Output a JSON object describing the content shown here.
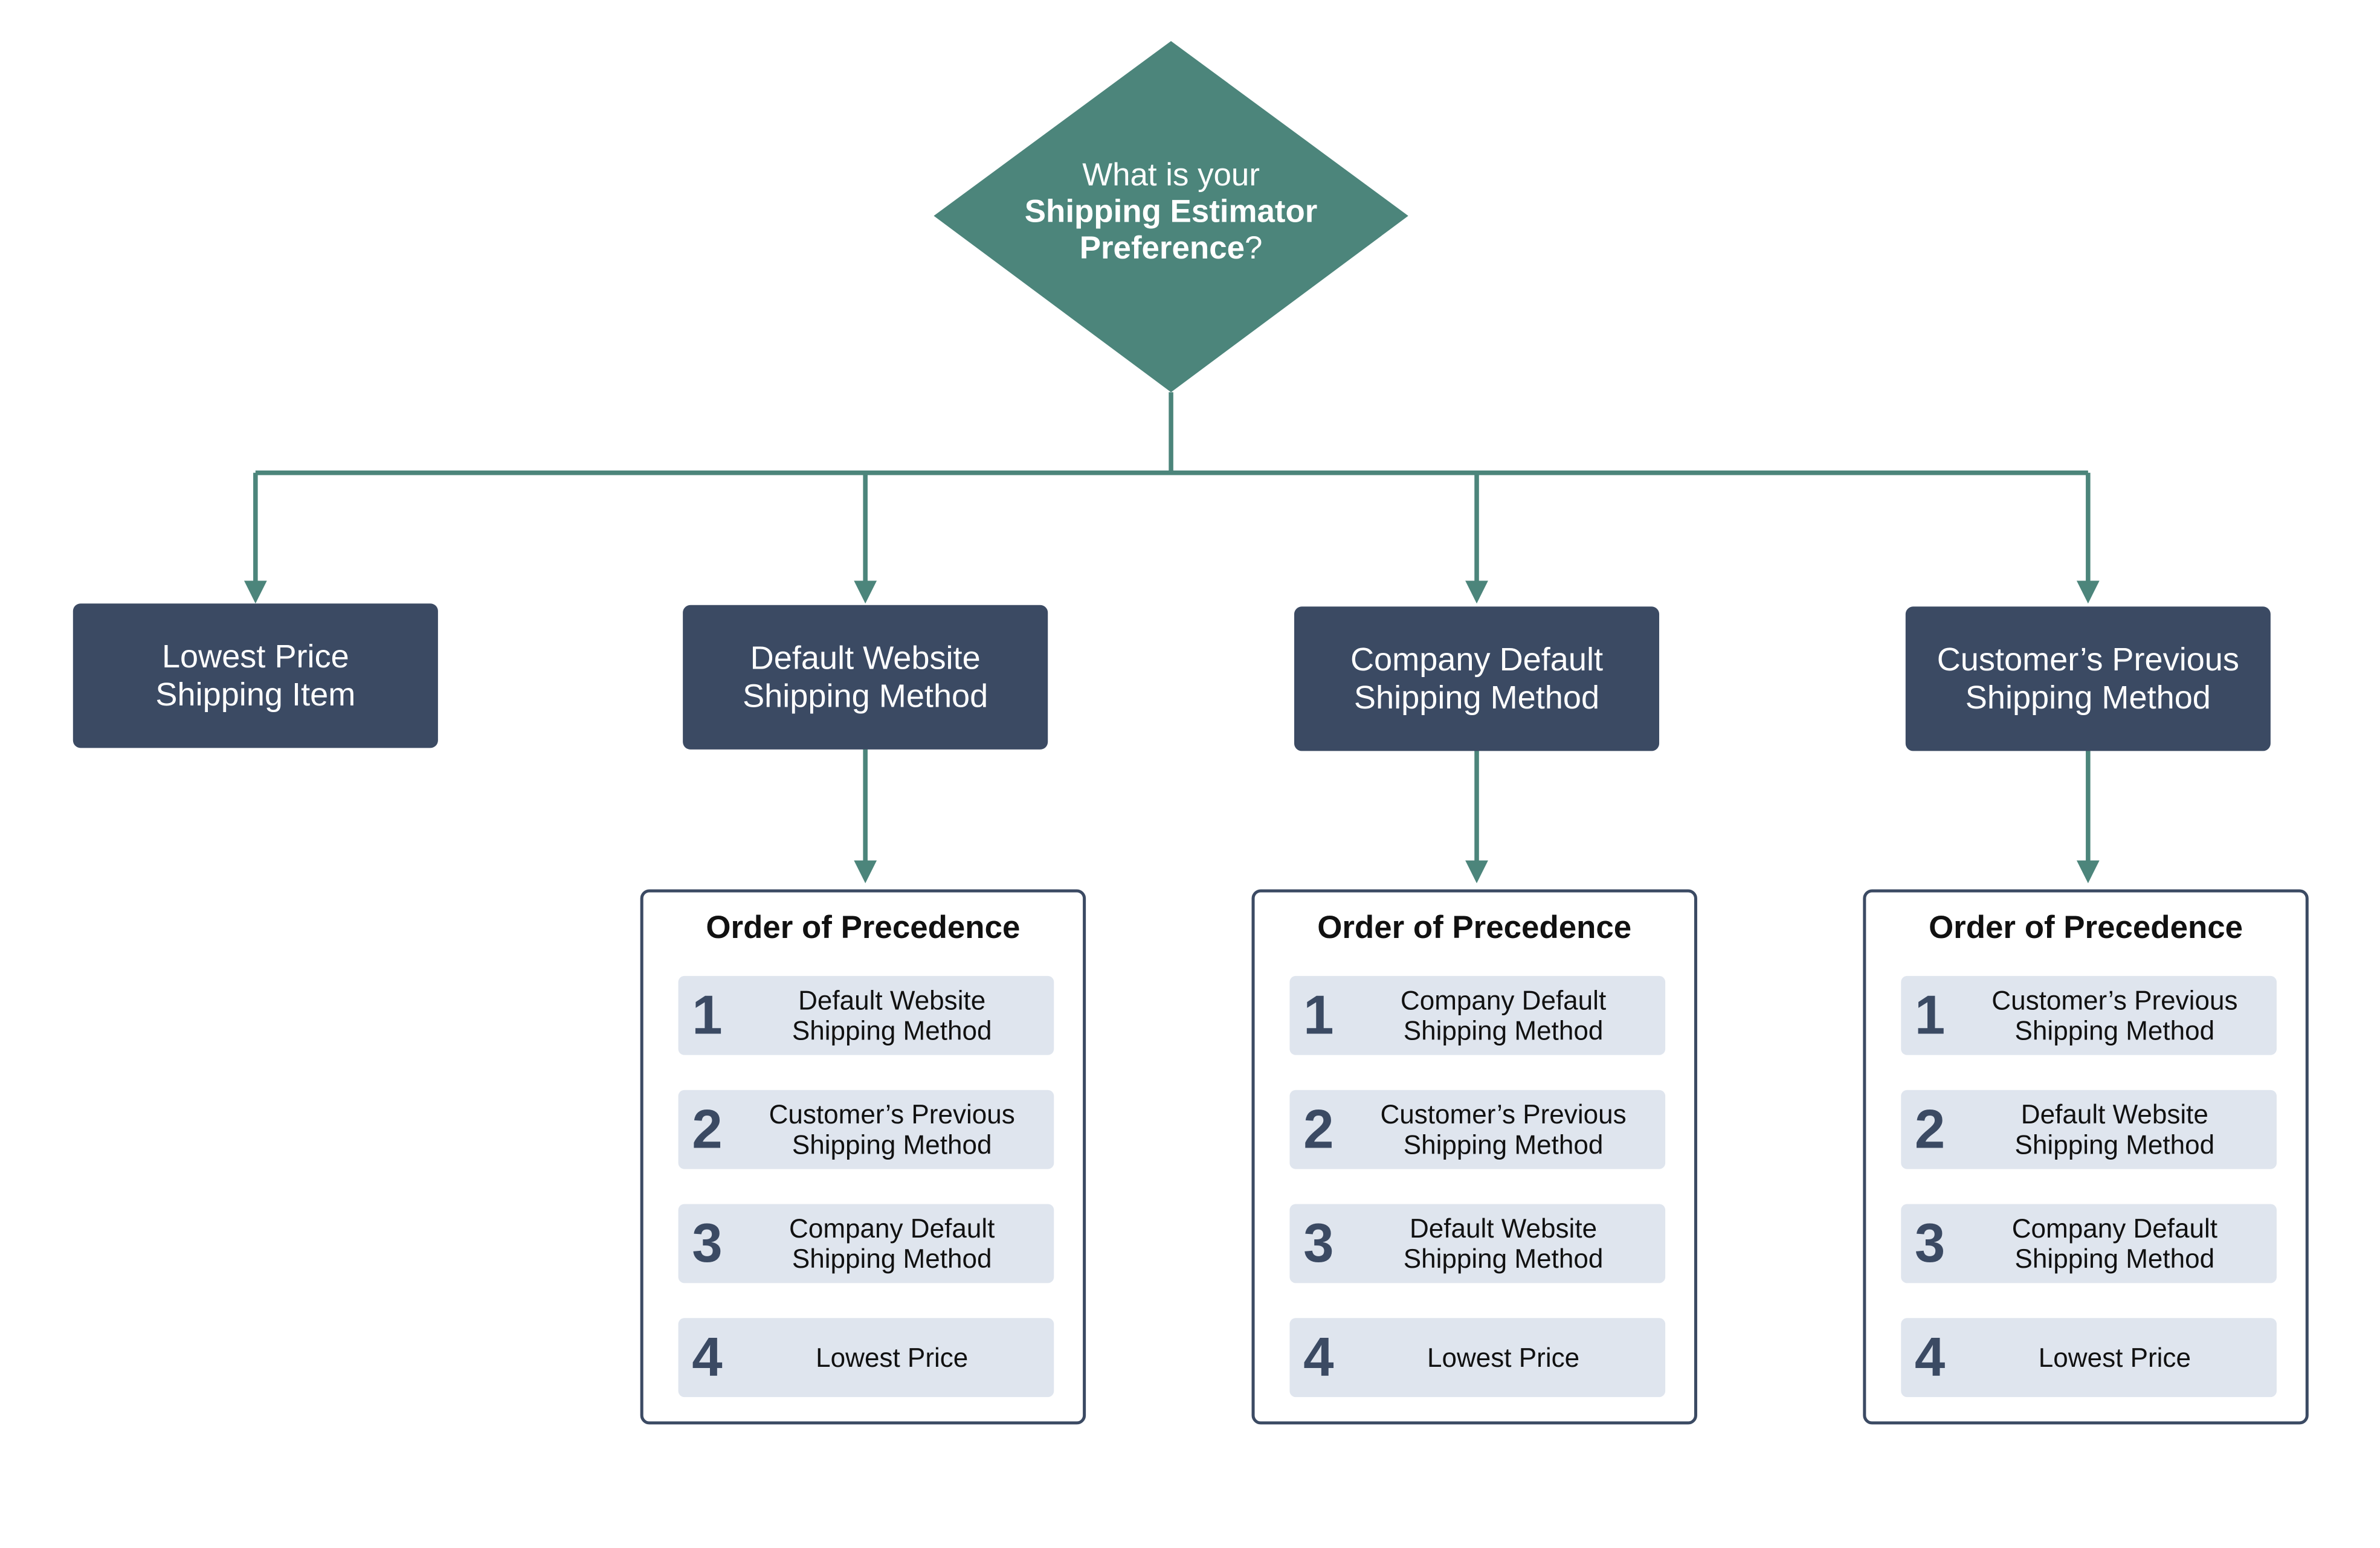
{
  "colors": {
    "diamond": "#4c857b",
    "connector": "#4c857b",
    "box": "#3b4a63",
    "item_bg": "#dfe5ee"
  },
  "decision": {
    "line1": "What is your",
    "bold1": "Shipping Estimator",
    "bold2": "Preference",
    "suffix": "?"
  },
  "choices": [
    {
      "label": "Lowest Price\nShipping Item"
    },
    {
      "label": "Default Website\nShipping Method"
    },
    {
      "label": "Company Default\nShipping Method"
    },
    {
      "label": "Customer’s Previous\nShipping Method"
    }
  ],
  "panels": [
    {
      "title": "Order of Precedence",
      "items": [
        {
          "num": "1",
          "label": "Default Website\nShipping Method"
        },
        {
          "num": "2",
          "label": "Customer’s Previous\nShipping Method"
        },
        {
          "num": "3",
          "label": "Company Default\nShipping Method"
        },
        {
          "num": "4",
          "label": "Lowest Price"
        }
      ]
    },
    {
      "title": "Order of Precedence",
      "items": [
        {
          "num": "1",
          "label": "Company Default\nShipping Method"
        },
        {
          "num": "2",
          "label": "Customer’s Previous\nShipping Method"
        },
        {
          "num": "3",
          "label": "Default Website\nShipping Method"
        },
        {
          "num": "4",
          "label": "Lowest Price"
        }
      ]
    },
    {
      "title": "Order of Precedence",
      "items": [
        {
          "num": "1",
          "label": "Customer’s Previous\nShipping Method"
        },
        {
          "num": "2",
          "label": "Default Website\nShipping Method"
        },
        {
          "num": "3",
          "label": "Company Default\nShipping Method"
        },
        {
          "num": "4",
          "label": "Lowest Price"
        }
      ]
    }
  ]
}
